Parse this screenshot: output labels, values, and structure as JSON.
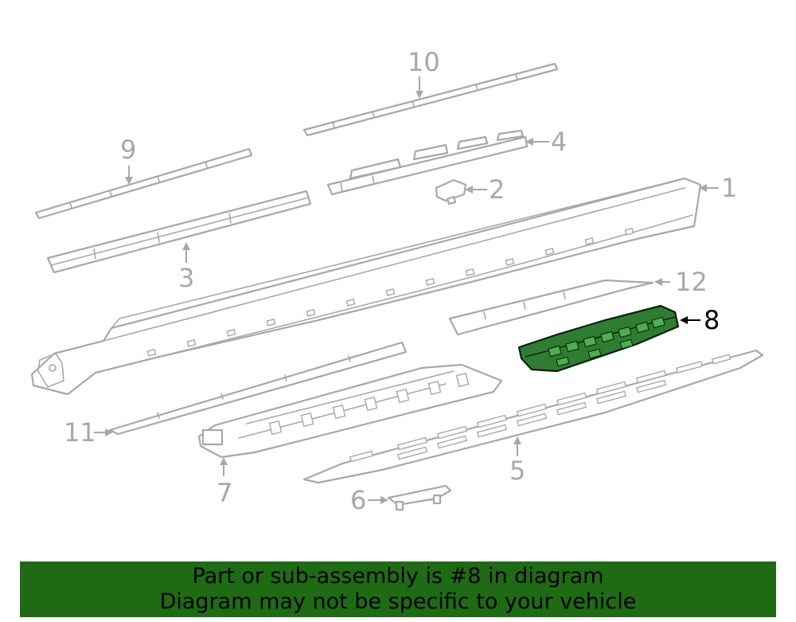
{
  "callouts": {
    "c1": "1",
    "c2": "2",
    "c3": "3",
    "c4": "4",
    "c5": "5",
    "c6": "6",
    "c7": "7",
    "c8": "8",
    "c9": "9",
    "c10": "10",
    "c11": "11",
    "c12": "12"
  },
  "highlighted_part": "8",
  "colors": {
    "highlight_fill": "#2e7d32",
    "banner_background": "#1e6b14",
    "line_art": "#a8a8a8"
  },
  "banner": {
    "line1": "Part or sub-assembly is #8 in diagram",
    "line2": "Diagram may not be specific to your vehicle"
  }
}
